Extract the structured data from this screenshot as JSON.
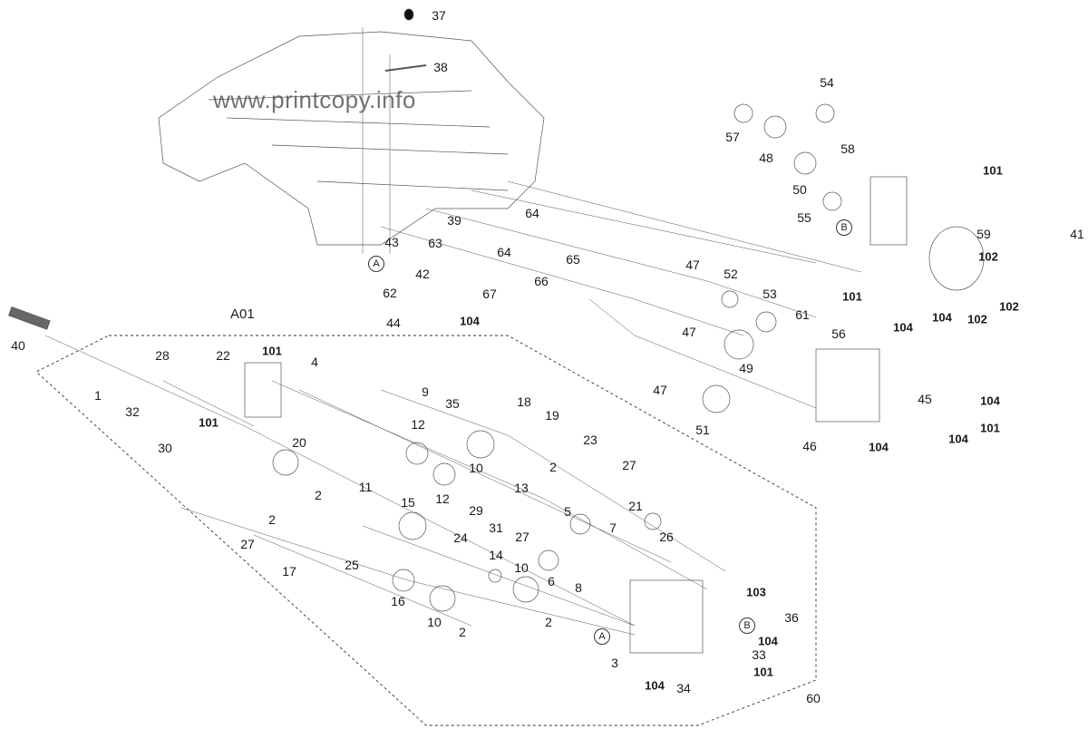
{
  "title": "Paper feed drive unit exploded view",
  "watermark": "www.printcopy.info",
  "group_label": "A01",
  "reference_markers": [
    "A",
    "B"
  ],
  "part_labels": [
    {
      "id": "p37",
      "text": "37",
      "bold": false
    },
    {
      "id": "p38",
      "text": "38",
      "bold": false
    },
    {
      "id": "p54",
      "text": "54",
      "bold": false
    },
    {
      "id": "p57",
      "text": "57",
      "bold": false
    },
    {
      "id": "p48",
      "text": "48",
      "bold": false
    },
    {
      "id": "p58",
      "text": "58",
      "bold": false
    },
    {
      "id": "p50",
      "text": "50",
      "bold": false
    },
    {
      "id": "p101a",
      "text": "101",
      "bold": true
    },
    {
      "id": "p55",
      "text": "55",
      "bold": false
    },
    {
      "id": "p59",
      "text": "59",
      "bold": false
    },
    {
      "id": "p41",
      "text": "41",
      "bold": false
    },
    {
      "id": "p102a",
      "text": "102",
      "bold": true
    },
    {
      "id": "p101b",
      "text": "101",
      "bold": true
    },
    {
      "id": "p104a",
      "text": "104",
      "bold": true
    },
    {
      "id": "p104b",
      "text": "104",
      "bold": true
    },
    {
      "id": "p102b",
      "text": "102",
      "bold": true
    },
    {
      "id": "p102c",
      "text": "102",
      "bold": true
    },
    {
      "id": "p39",
      "text": "39",
      "bold": false
    },
    {
      "id": "p64a",
      "text": "64",
      "bold": false
    },
    {
      "id": "p43",
      "text": "43",
      "bold": false
    },
    {
      "id": "p63",
      "text": "63",
      "bold": false
    },
    {
      "id": "p64b",
      "text": "64",
      "bold": false
    },
    {
      "id": "p65",
      "text": "65",
      "bold": false
    },
    {
      "id": "p42",
      "text": "42",
      "bold": false
    },
    {
      "id": "p66",
      "text": "66",
      "bold": false
    },
    {
      "id": "p62",
      "text": "62",
      "bold": false
    },
    {
      "id": "p67",
      "text": "67",
      "bold": false
    },
    {
      "id": "p44",
      "text": "44",
      "bold": false
    },
    {
      "id": "p104c",
      "text": "104",
      "bold": true
    },
    {
      "id": "p47a",
      "text": "47",
      "bold": false
    },
    {
      "id": "p52",
      "text": "52",
      "bold": false
    },
    {
      "id": "p53",
      "text": "53",
      "bold": false
    },
    {
      "id": "p61",
      "text": "61",
      "bold": false
    },
    {
      "id": "p47b",
      "text": "47",
      "bold": false
    },
    {
      "id": "p56",
      "text": "56",
      "bold": false
    },
    {
      "id": "p49",
      "text": "49",
      "bold": false
    },
    {
      "id": "p47c",
      "text": "47",
      "bold": false
    },
    {
      "id": "p51",
      "text": "51",
      "bold": false
    },
    {
      "id": "p45",
      "text": "45",
      "bold": false
    },
    {
      "id": "p104d",
      "text": "104",
      "bold": true
    },
    {
      "id": "p101c",
      "text": "101",
      "bold": true
    },
    {
      "id": "p104e",
      "text": "104",
      "bold": true
    },
    {
      "id": "p104f",
      "text": "104",
      "bold": true
    },
    {
      "id": "p46",
      "text": "46",
      "bold": false
    },
    {
      "id": "p40",
      "text": "40",
      "bold": false
    },
    {
      "id": "p28",
      "text": "28",
      "bold": false
    },
    {
      "id": "p22",
      "text": "22",
      "bold": false
    },
    {
      "id": "p101d",
      "text": "101",
      "bold": true
    },
    {
      "id": "p4",
      "text": "4",
      "bold": false
    },
    {
      "id": "p1",
      "text": "1",
      "bold": false
    },
    {
      "id": "p32",
      "text": "32",
      "bold": false
    },
    {
      "id": "p101e",
      "text": "101",
      "bold": true
    },
    {
      "id": "p30",
      "text": "30",
      "bold": false
    },
    {
      "id": "p9",
      "text": "9",
      "bold": false
    },
    {
      "id": "p35",
      "text": "35",
      "bold": false
    },
    {
      "id": "p18",
      "text": "18",
      "bold": false
    },
    {
      "id": "p19",
      "text": "19",
      "bold": false
    },
    {
      "id": "p12a",
      "text": "12",
      "bold": false
    },
    {
      "id": "p10a",
      "text": "10",
      "bold": false
    },
    {
      "id": "p23",
      "text": "23",
      "bold": false
    },
    {
      "id": "p20",
      "text": "20",
      "bold": false
    },
    {
      "id": "p2a",
      "text": "2",
      "bold": false
    },
    {
      "id": "p11",
      "text": "11",
      "bold": false
    },
    {
      "id": "p12b",
      "text": "12",
      "bold": false
    },
    {
      "id": "p13",
      "text": "13",
      "bold": false
    },
    {
      "id": "p2b",
      "text": "2",
      "bold": false
    },
    {
      "id": "p27a",
      "text": "27",
      "bold": false
    },
    {
      "id": "p2c",
      "text": "2",
      "bold": false
    },
    {
      "id": "p29",
      "text": "29",
      "bold": false
    },
    {
      "id": "p31",
      "text": "31",
      "bold": false
    },
    {
      "id": "p15",
      "text": "15",
      "bold": false
    },
    {
      "id": "p27b",
      "text": "27",
      "bold": false
    },
    {
      "id": "p5",
      "text": "5",
      "bold": false
    },
    {
      "id": "p21",
      "text": "21",
      "bold": false
    },
    {
      "id": "p7",
      "text": "7",
      "bold": false
    },
    {
      "id": "p26",
      "text": "26",
      "bold": false
    },
    {
      "id": "p27c",
      "text": "27",
      "bold": false
    },
    {
      "id": "p17",
      "text": "17",
      "bold": false
    },
    {
      "id": "p24",
      "text": "24",
      "bold": false
    },
    {
      "id": "p25",
      "text": "25",
      "bold": false
    },
    {
      "id": "p14",
      "text": "14",
      "bold": false
    },
    {
      "id": "p10b",
      "text": "10",
      "bold": false
    },
    {
      "id": "p6",
      "text": "6",
      "bold": false
    },
    {
      "id": "p8",
      "text": "8",
      "bold": false
    },
    {
      "id": "p16",
      "text": "16",
      "bold": false
    },
    {
      "id": "p10c",
      "text": "10",
      "bold": false
    },
    {
      "id": "p2d",
      "text": "2",
      "bold": false
    },
    {
      "id": "p2e",
      "text": "2",
      "bold": false
    },
    {
      "id": "p103",
      "text": "103",
      "bold": true
    },
    {
      "id": "p36",
      "text": "36",
      "bold": false
    },
    {
      "id": "p104g",
      "text": "104",
      "bold": true
    },
    {
      "id": "p33",
      "text": "33",
      "bold": false
    },
    {
      "id": "p3",
      "text": "3",
      "bold": false
    },
    {
      "id": "p101f",
      "text": "101",
      "bold": true
    },
    {
      "id": "p104h",
      "text": "104",
      "bold": true
    },
    {
      "id": "p34",
      "text": "34",
      "bold": false
    },
    {
      "id": "p60",
      "text": "60",
      "bold": false
    }
  ]
}
